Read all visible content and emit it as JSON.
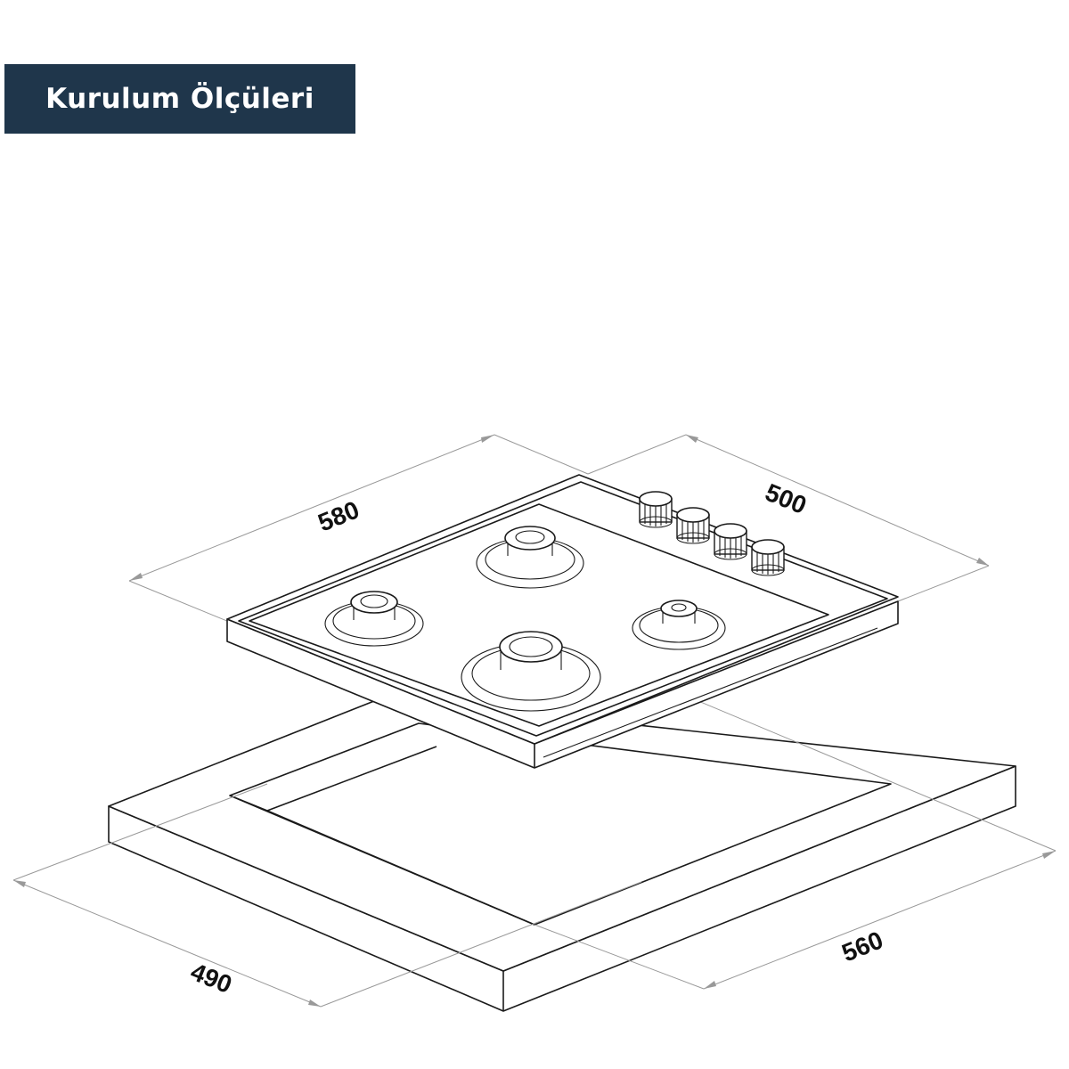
{
  "header": {
    "title": "Kurulum Ölçüleri"
  },
  "dimensions": {
    "hob_width": "580",
    "hob_depth": "500",
    "cutout_depth": "490",
    "cutout_width": "560"
  },
  "colors": {
    "header_bg": "#1f364b",
    "header_text": "#ffffff",
    "line": "#1a1a1a"
  }
}
